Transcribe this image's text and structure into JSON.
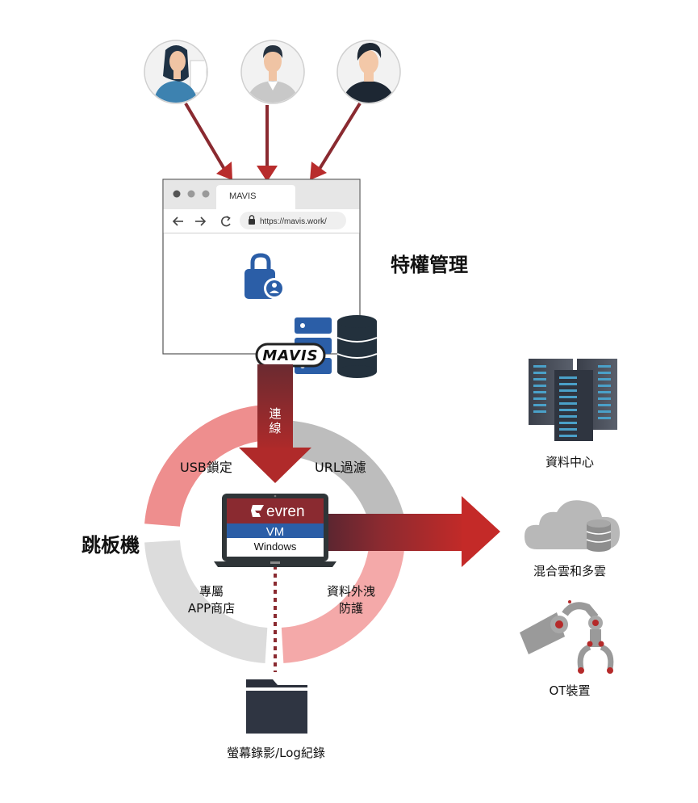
{
  "browser": {
    "tab_title": "MAVIS",
    "url": "https://mavis.work/"
  },
  "mavis_logo_text": "MAVIS",
  "privilege_title": "特權管理",
  "connection_label": [
    "連",
    "線"
  ],
  "jump_server_title": "跳板機",
  "ring_segments": {
    "usb_lock": "USB鎖定",
    "url_filter": "URL過濾",
    "app_store": [
      "專屬",
      "APP商店"
    ],
    "dlp": [
      "資料外洩",
      "防護"
    ]
  },
  "laptop": {
    "brand": "evren",
    "vm": "VM",
    "os": "Windows"
  },
  "recording_label": "螢幕錄影/Log紀錄",
  "targets": {
    "datacenter": "資料中心",
    "cloud": "混合雲和多雲",
    "ot": "OT裝置"
  },
  "colors": {
    "dark_red": "#8a2a2e",
    "red": "#b52a2a",
    "blue": "#2b5ea7",
    "dark_slate": "#2a3540",
    "ring_pink": "#ee8e8e",
    "ring_grey": "#bdbdbd"
  }
}
